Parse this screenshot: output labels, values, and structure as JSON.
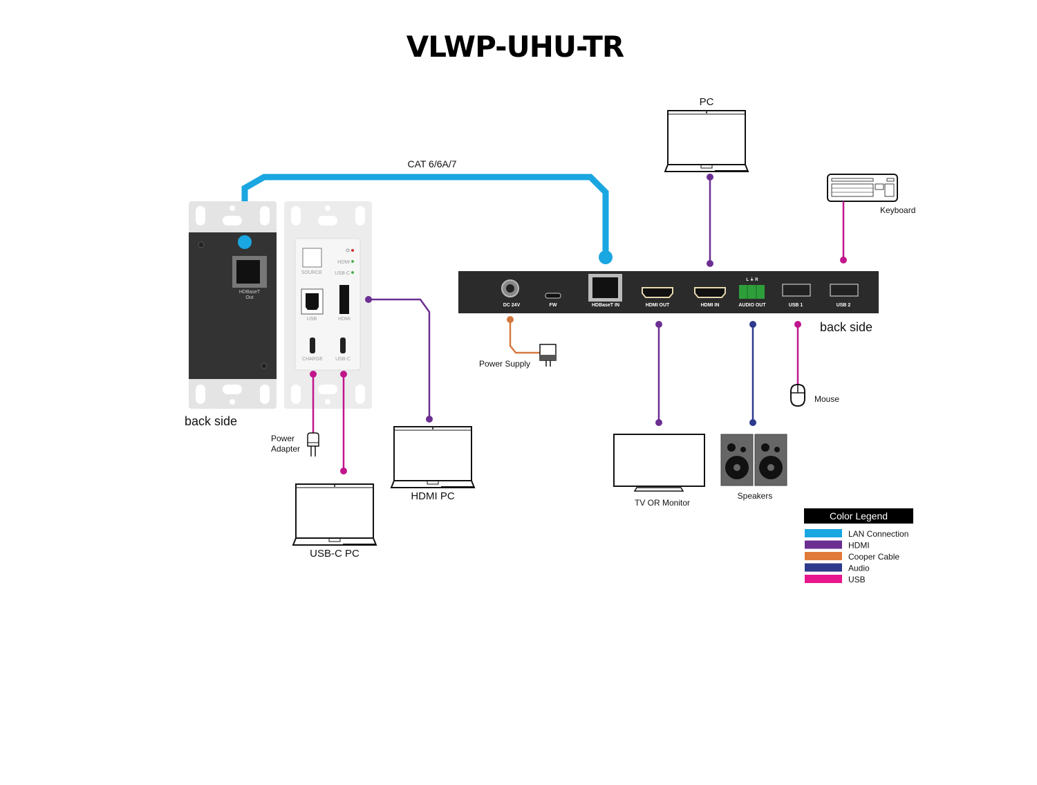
{
  "title": "VLWP-UHU-TR",
  "cable_label": "CAT 6/6A/7",
  "colors": {
    "lan": "#1aa6e0",
    "hdmi": "#6b2e91",
    "copper": "#d3793f",
    "audio": "#2e3a8c",
    "usb": "#c0168c",
    "green_led": "#4caf50",
    "red_led": "#d32f2f"
  },
  "wallplate_back": {
    "port_label_line1": "HDBaseT",
    "port_label_line2": "Out",
    "side_label": "back side"
  },
  "wallplate_front": {
    "source_label": "SOURCE",
    "led_hdmi": "HDMI",
    "led_usbc": "USB-C",
    "usb_label": "USB",
    "hdmi_label": "HDMI",
    "charge_label": "CHARGE",
    "usbc_label": "USB-C"
  },
  "receiver": {
    "side_label": "back side",
    "audio_pins": "L  ⏚  R",
    "ports": [
      "DC 24V",
      "FW",
      "HDBaseT IN",
      "HDMI OUT",
      "HDMI IN",
      "AUDIO OUT",
      "USB 1",
      "USB 2"
    ]
  },
  "devices": {
    "pc": "PC",
    "keyboard": "Keyboard",
    "mouse": "Mouse",
    "power_supply": "Power Supply",
    "power_adapter_1": "Power",
    "power_adapter_2": "Adapter",
    "usbc_pc": "USB-C PC",
    "hdmi_pc": "HDMI PC",
    "tv": "TV OR Monitor",
    "speakers": "Speakers"
  },
  "legend": {
    "title": "Color Legend",
    "items": [
      {
        "label": "LAN Connection",
        "color": "#1aa6e0"
      },
      {
        "label": "HDMI",
        "color": "#6b2e91"
      },
      {
        "label": "Cooper Cable",
        "color": "#e07a3a"
      },
      {
        "label": "Audio",
        "color": "#2e3a8c"
      },
      {
        "label": "USB",
        "color": "#e8168c"
      }
    ]
  }
}
